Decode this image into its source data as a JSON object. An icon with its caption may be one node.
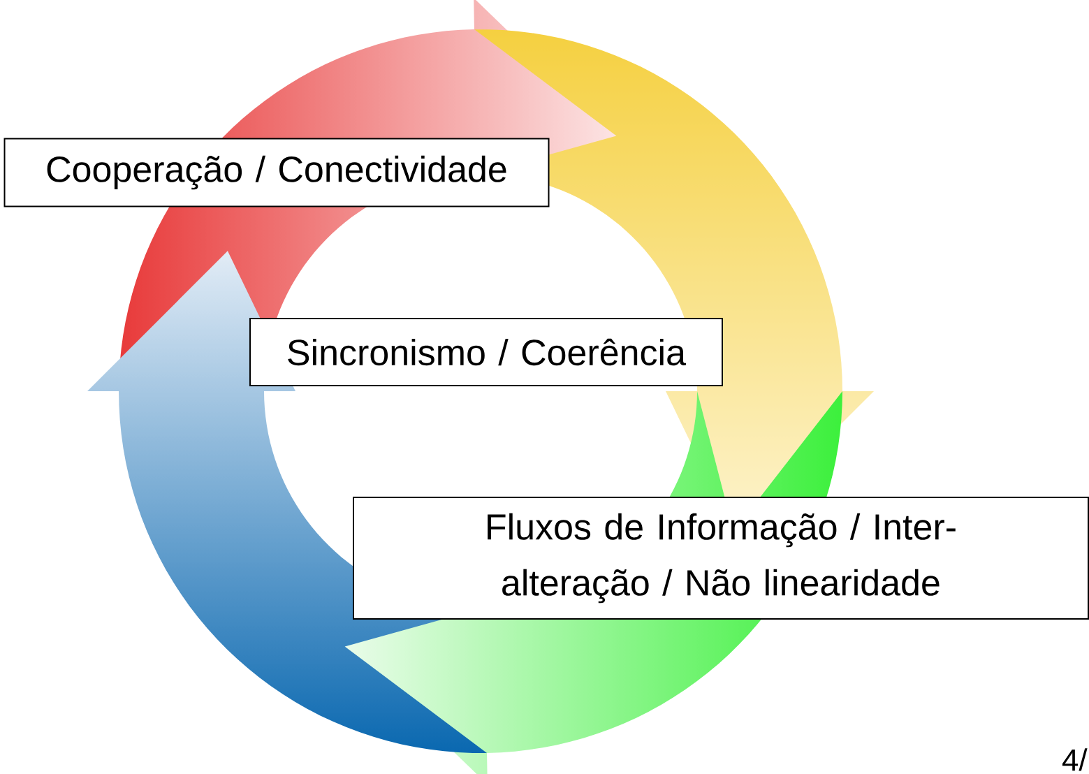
{
  "diagram": {
    "nodes": [
      {
        "text": [
          "Cooperação / Conectividade"
        ]
      },
      {
        "text": [
          "Sincronismo / Coerência"
        ]
      },
      {
        "text": [
          "Fluxos de Informação / Inter-alteração / Não linearidade"
        ]
      }
    ],
    "labels": [
      "4/"
    ]
  }
}
